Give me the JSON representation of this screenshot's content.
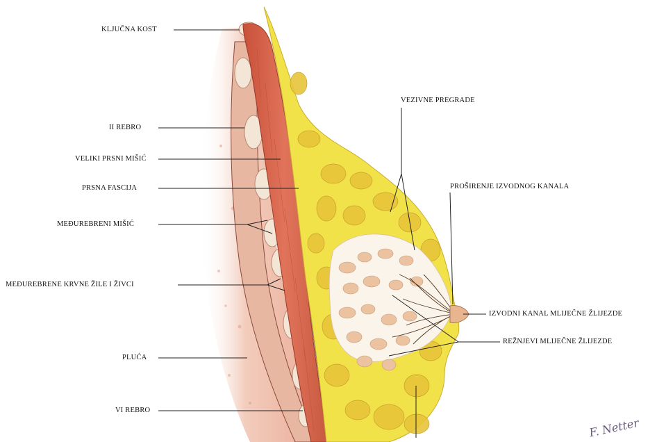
{
  "labels": {
    "kljucna_kost": "KLJUČNA KOST",
    "ii_rebro": "II REBRO",
    "veliki_prsni_misic": "VELIKI PRSNI MIŠIĆ",
    "prsna_fascija": "PRSNA FASCIJA",
    "medurebreni_misic": "MEĐUREBRENI MIŠIĆ",
    "medurebrene_zile": "MEĐUREBRENE KRVNE ŽILE I ŽIVCI",
    "pluca": "PLUĆA",
    "vi_rebro": "VI REBRO",
    "vezivne_pregrade": "VEZIVNE PREGRADE",
    "prosirenje_kanala": "PROŠIRENJE IZVODNOG KANALA",
    "izvodni_kanal": "IZVODNI KANAL MLIJEČNE ŽLIJEZDE",
    "reznjevi": "REŽNJEVI MLIJEČNE ŽLIJEZDE"
  },
  "signature": "F. Netter",
  "colors": {
    "lung": "#f0c4b4",
    "muscle": "#d86448",
    "fat": "#f2e24a",
    "lobule": "#ecc3a0",
    "bone": "#f3e3d2"
  }
}
